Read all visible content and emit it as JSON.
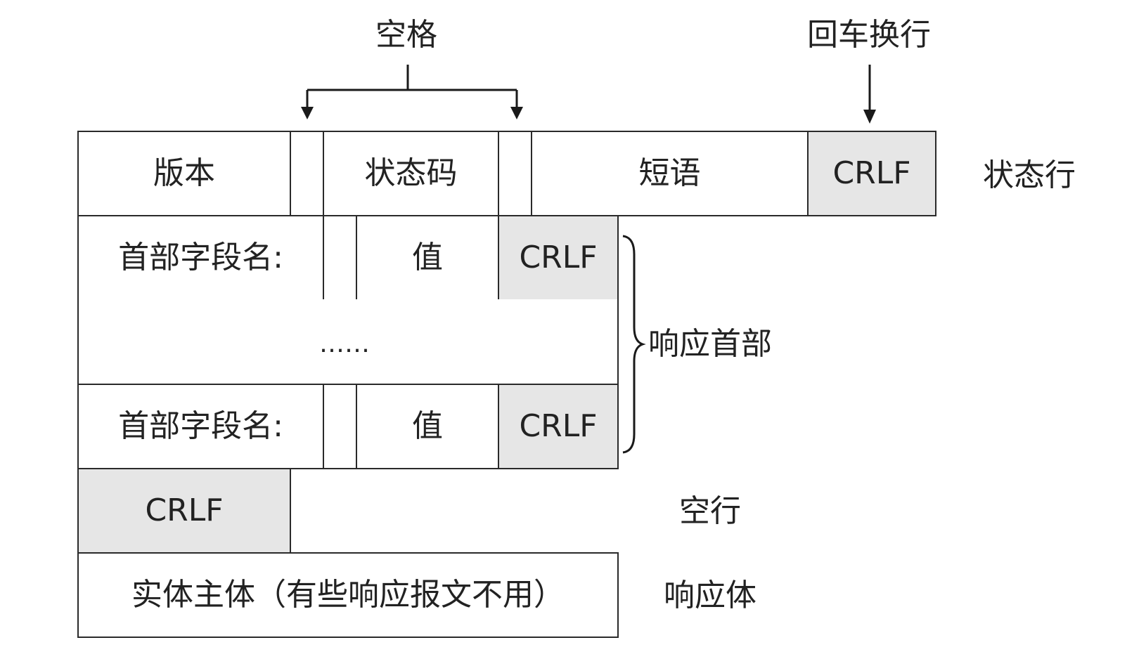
{
  "labels": {
    "space": "空格",
    "crlf_top": "回车换行",
    "status_line": "状态行",
    "response_headers": "响应首部",
    "blank_line": "空行",
    "response_body": "响应体"
  },
  "status_row": {
    "version": "版本",
    "status_code": "状态码",
    "phrase": "短语",
    "crlf": "CRLF"
  },
  "header_row_1": {
    "field_name": "首部字段名:",
    "value": "值",
    "crlf": "CRLF"
  },
  "ellipsis": "……",
  "header_row_2": {
    "field_name": "首部字段名:",
    "value": "值",
    "crlf": "CRLF"
  },
  "blank_row": {
    "crlf": "CRLF"
  },
  "body_row": {
    "entity": "实体主体（有些响应报文不用）"
  },
  "colors": {
    "crlf_fill": "#e6e6e6",
    "border": "#2a2a2a"
  }
}
